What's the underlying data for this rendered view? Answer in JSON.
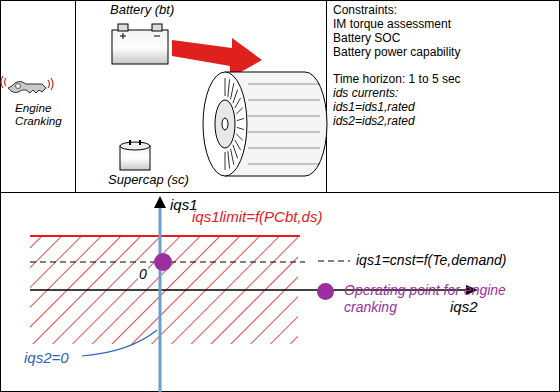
{
  "diagram": {
    "nodes": [
      {
        "text": [
          "Engine Cranking"
        ]
      },
      {
        "text": [
          "Battery (bt)",
          "Supercap (sc)"
        ]
      },
      {
        "text": [
          "Constraints:",
          "IM torque assessment",
          "Battery SOC",
          "Battery power capability",
          "Time horizon: 1 to 5 sec",
          "ids currents:",
          "ids1=ids1,rated",
          "ids2=ids2,rated"
        ]
      }
    ],
    "labels": [
      "iqs1",
      "iqs1limit=f(PCbt,ds)",
      "0",
      "iqs2",
      "iqs2=0"
    ],
    "legend": [
      {
        "text": "iqs1=cnst=f(Te,demand)"
      },
      {
        "text": "Operating point for engine cranking",
        "color": "#9b2f9e"
      }
    ]
  }
}
